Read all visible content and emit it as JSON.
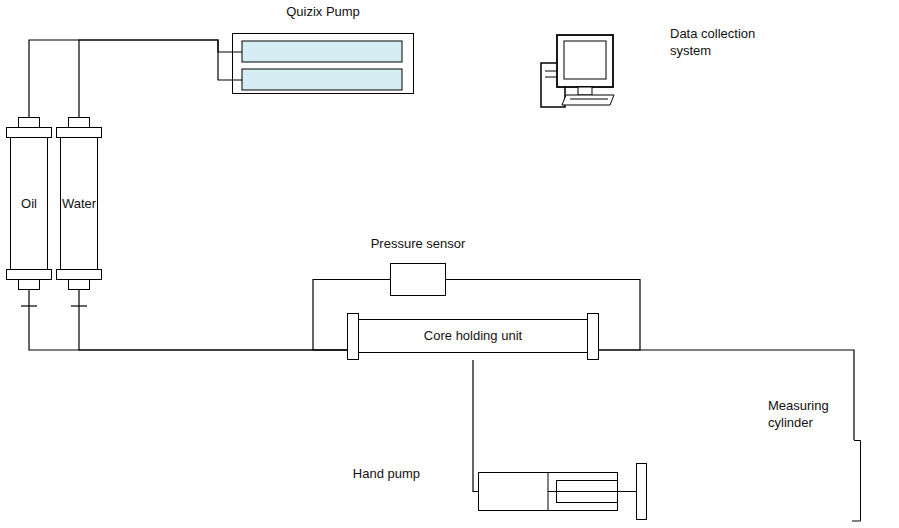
{
  "diagram": {
    "nodes": [
      {
        "text": [
          "Quizix Pump"
        ]
      },
      {
        "text": [
          "Oil"
        ]
      },
      {
        "text": [
          "Water"
        ]
      },
      {
        "text": [
          "Data collection system"
        ]
      },
      {
        "text": [
          "Pressure sensor"
        ]
      },
      {
        "text": [
          "Core holding unit"
        ]
      },
      {
        "text": [
          "Hand pump"
        ]
      },
      {
        "text": [
          "Measuring cylinder"
        ]
      }
    ],
    "edges": [
      {
        "from": 0,
        "to": 1,
        "arrow": "none"
      },
      {
        "from": 0,
        "to": 2,
        "arrow": "none"
      },
      {
        "from": 1,
        "to": 5,
        "arrow": "none"
      },
      {
        "from": 2,
        "to": 5,
        "arrow": "none"
      },
      {
        "from": 5,
        "to": 4,
        "arrow": "none"
      },
      {
        "from": 4,
        "to": 5,
        "arrow": "none"
      },
      {
        "from": 5,
        "to": 7,
        "arrow": "none"
      },
      {
        "from": 5,
        "to": 6,
        "arrow": "none"
      }
    ]
  }
}
